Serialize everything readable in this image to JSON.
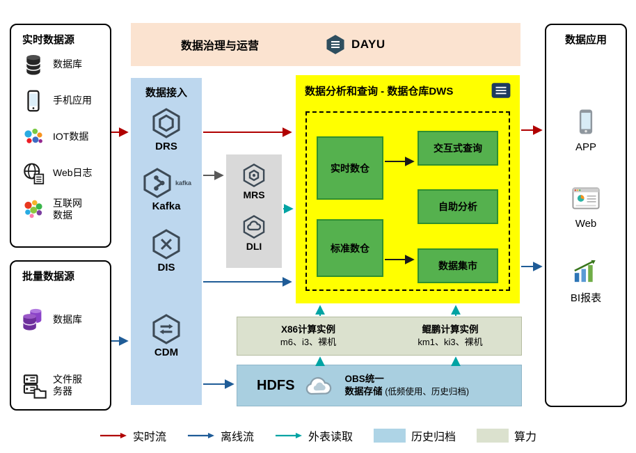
{
  "palette": {
    "realtime_flow": "#b00000",
    "offline_flow": "#1f5c97",
    "external_read": "#00a3a3",
    "archive_fill": "#aed4e6",
    "compute_fill": "#dbe1ce",
    "dws_fill": "#ffff00",
    "warehouse_green": "#55b14e",
    "ingest_fill": "#bdd7ee",
    "governance_fill": "#fbe3d0",
    "middleware_fill": "#d9d9d9",
    "hdfs_fill": "#a9cfe0"
  },
  "realtime_sources": {
    "title": "实时数据源",
    "items": [
      {
        "icon": "database-icon",
        "label": "数据库"
      },
      {
        "icon": "mobile-phone-icon",
        "label": "手机应用"
      },
      {
        "icon": "iot-icon",
        "label": "IOT数据"
      },
      {
        "icon": "web-log-icon",
        "label": "Web日志"
      },
      {
        "icon": "internet-data-icon",
        "label": "互联网数据"
      }
    ]
  },
  "batch_sources": {
    "title": "批量数据源",
    "items": [
      {
        "icon": "database-stack-icon",
        "label": "数据库"
      },
      {
        "icon": "file-server-icon",
        "label": "文件服务器"
      }
    ]
  },
  "governance": {
    "title": "数据治理与运营",
    "logo_text": "DAYU"
  },
  "ingestion": {
    "title": "数据接入",
    "services": [
      {
        "name": "DRS"
      },
      {
        "name": "Kafka",
        "wordmark": "kafka"
      },
      {
        "name": "DIS"
      },
      {
        "name": "CDM"
      }
    ]
  },
  "middleware": {
    "services": [
      {
        "name": "MRS"
      },
      {
        "name": "DLI"
      }
    ]
  },
  "dws": {
    "title": "数据分析和查询 - 数据仓库DWS",
    "warehouses": [
      {
        "label": "实时数仓"
      },
      {
        "label": "标准数仓"
      }
    ],
    "functions": [
      {
        "label": "交互式查询"
      },
      {
        "label": "自助分析"
      },
      {
        "label": "数据集市"
      }
    ]
  },
  "compute": {
    "groups": [
      {
        "title": "X86计算实例",
        "subtitle": "m6、i3、裸机"
      },
      {
        "title": "鲲鹏计算实例",
        "subtitle": "km1、ki3、裸机"
      }
    ]
  },
  "storage": {
    "hdfs_label": "HDFS",
    "obs_line1": "OBS统一",
    "obs_line2": "数据存储",
    "note": "(低频使用、历史归档)"
  },
  "applications": {
    "title": "数据应用",
    "items": [
      {
        "icon": "smartphone-icon",
        "label": "APP"
      },
      {
        "icon": "browser-icon",
        "label": "Web"
      },
      {
        "icon": "bi-chart-icon",
        "label": "BI报表"
      }
    ]
  },
  "legend": {
    "items": [
      {
        "type": "arrow",
        "color": "#b00000",
        "label": "实时流"
      },
      {
        "type": "arrow",
        "color": "#1f5c97",
        "label": "离线流"
      },
      {
        "type": "arrow",
        "color": "#00a3a3",
        "label": "外表读取"
      },
      {
        "type": "swatch",
        "color": "#aed4e6",
        "label": "历史归档"
      },
      {
        "type": "swatch",
        "color": "#dbe1ce",
        "label": "算力"
      }
    ]
  }
}
